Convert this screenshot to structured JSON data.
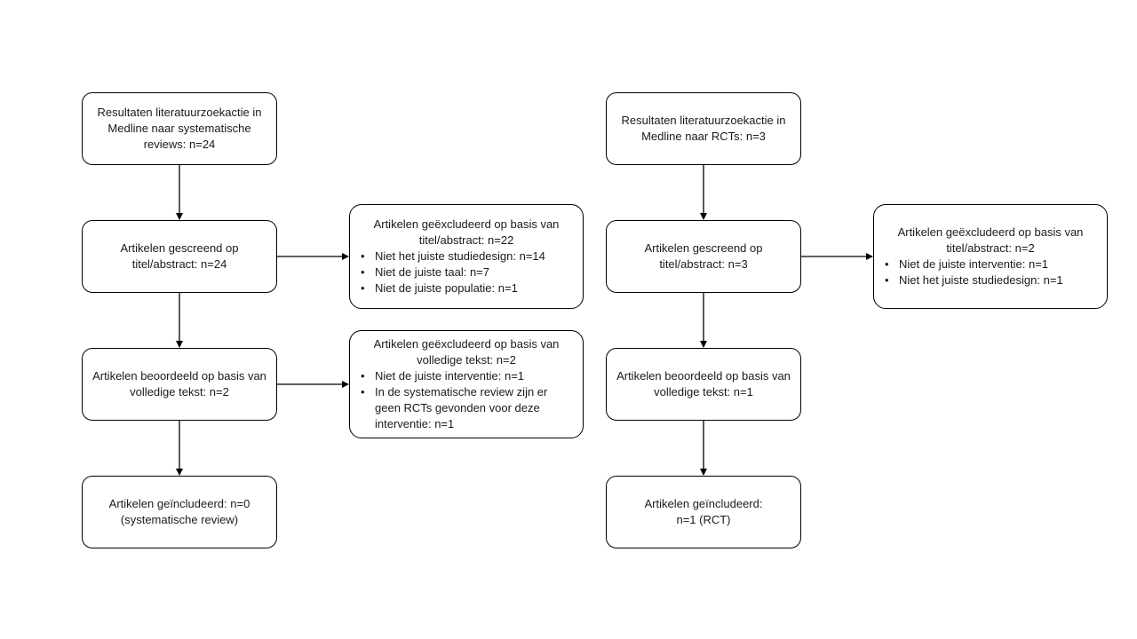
{
  "left": {
    "search": "Resultaten literatuurzoekactie in Medline naar systematische reviews: n=24",
    "screened": "Artikelen gescreend op titel/abstract: n=24",
    "excluded_title": {
      "head": "Artikelen geëxcludeerd op basis van titel/abstract: n=22",
      "items": [
        "Niet het juiste studiedesign: n=14",
        "Niet de juiste taal: n=7",
        "Niet de juiste populatie: n=1"
      ]
    },
    "fulltext": "Artikelen beoordeeld op basis van volledige tekst: n=2",
    "excluded_fulltext": {
      "head": "Artikelen geëxcludeerd op basis van volledige tekst: n=2",
      "items": [
        "Niet de juiste interventie: n=1",
        "In de systematische review zijn er geen RCTs gevonden voor deze interventie: n=1"
      ]
    },
    "included": "Artikelen geïncludeerd: n=0 (systematische review)"
  },
  "right": {
    "search": "Resultaten literatuurzoekactie in Medline naar RCTs: n=3",
    "screened": "Artikelen gescreend op titel/abstract: n=3",
    "excluded_title": {
      "head": "Artikelen geëxcludeerd op basis van titel/abstract: n=2",
      "items": [
        "Niet de juiste interventie: n=1",
        "Niet het juiste studiedesign: n=1"
      ]
    },
    "fulltext": "Artikelen beoordeeld op basis van volledige tekst: n=1",
    "included": "Artikelen geïncludeerd: n=1 (RCT)"
  },
  "bullet": "•"
}
